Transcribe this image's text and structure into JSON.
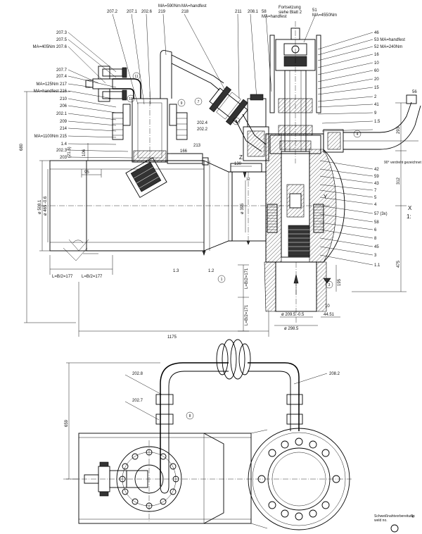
{
  "top_labels": [
    "207.2",
    "207.1",
    "202.6",
    "MA=590Nm",
    "219",
    "MA=handfest",
    "218",
    "211",
    "208.1",
    "58",
    "MA=handfest",
    "Fortsetzung",
    "siehe Blatt 2",
    "51",
    "MA=4550Nm"
  ],
  "left_labels": [
    "207.3",
    "207.5",
    "MA=405Nm 207.6",
    "207.7",
    "207.4",
    "MA=125Nm 217",
    "MA=handfest 216",
    "210",
    "206",
    "202.1",
    "209",
    "214",
    "MA=1100Nm 215",
    "1.4",
    "202.3",
    "203"
  ],
  "right_labels": [
    "46",
    "53 MA=handfest",
    "52 MA=240Nm",
    "16",
    "10",
    "60",
    "20",
    "15",
    "2",
    "41",
    "9",
    "1.5",
    "42",
    "59",
    "43",
    "7",
    "5",
    "4",
    "57 (3x)",
    "58",
    "6",
    "8",
    "45",
    "3",
    "1.1"
  ],
  "mid_labels": [
    "202.4",
    "202.2",
    "213",
    "1.3",
    "1.2",
    "202.8",
    "202.7",
    "208.2"
  ],
  "dimensions": {
    "d680": "680",
    "d1175": "1175",
    "d659": "659",
    "d95": "95",
    "d166": "166",
    "d130": "130",
    "d106": "106",
    "d215": "(21.5)",
    "d293": "293",
    "d312": "312",
    "d475": "475",
    "d195": "195",
    "d56": "56",
    "d395": "ø 395",
    "d508": "ø 508.1",
    "d465": "ø 465 -0.6",
    "d2095": "ø 209.5 -0.5",
    "d2985": "ø 298.5",
    "d4451": "44.51",
    "lb2a": "L=B/2=177",
    "lb2b": "L=B/2=177",
    "lb2c": "L=B/2=171",
    "lb2d": "L=B/2=171",
    "d10": "10",
    "dz": "Z",
    "dy": "Y",
    "dx": "X"
  },
  "notes": {
    "turned": "90° verdreht gezeichnet",
    "weld1": "Schweißnahtvorbereitung",
    "weld2": "weld no.",
    "scale": "1:",
    "sheet": "Sc"
  },
  "balloons": [
    "11",
    "10",
    "9",
    "7",
    "6",
    "4",
    "3",
    "1",
    "8"
  ]
}
